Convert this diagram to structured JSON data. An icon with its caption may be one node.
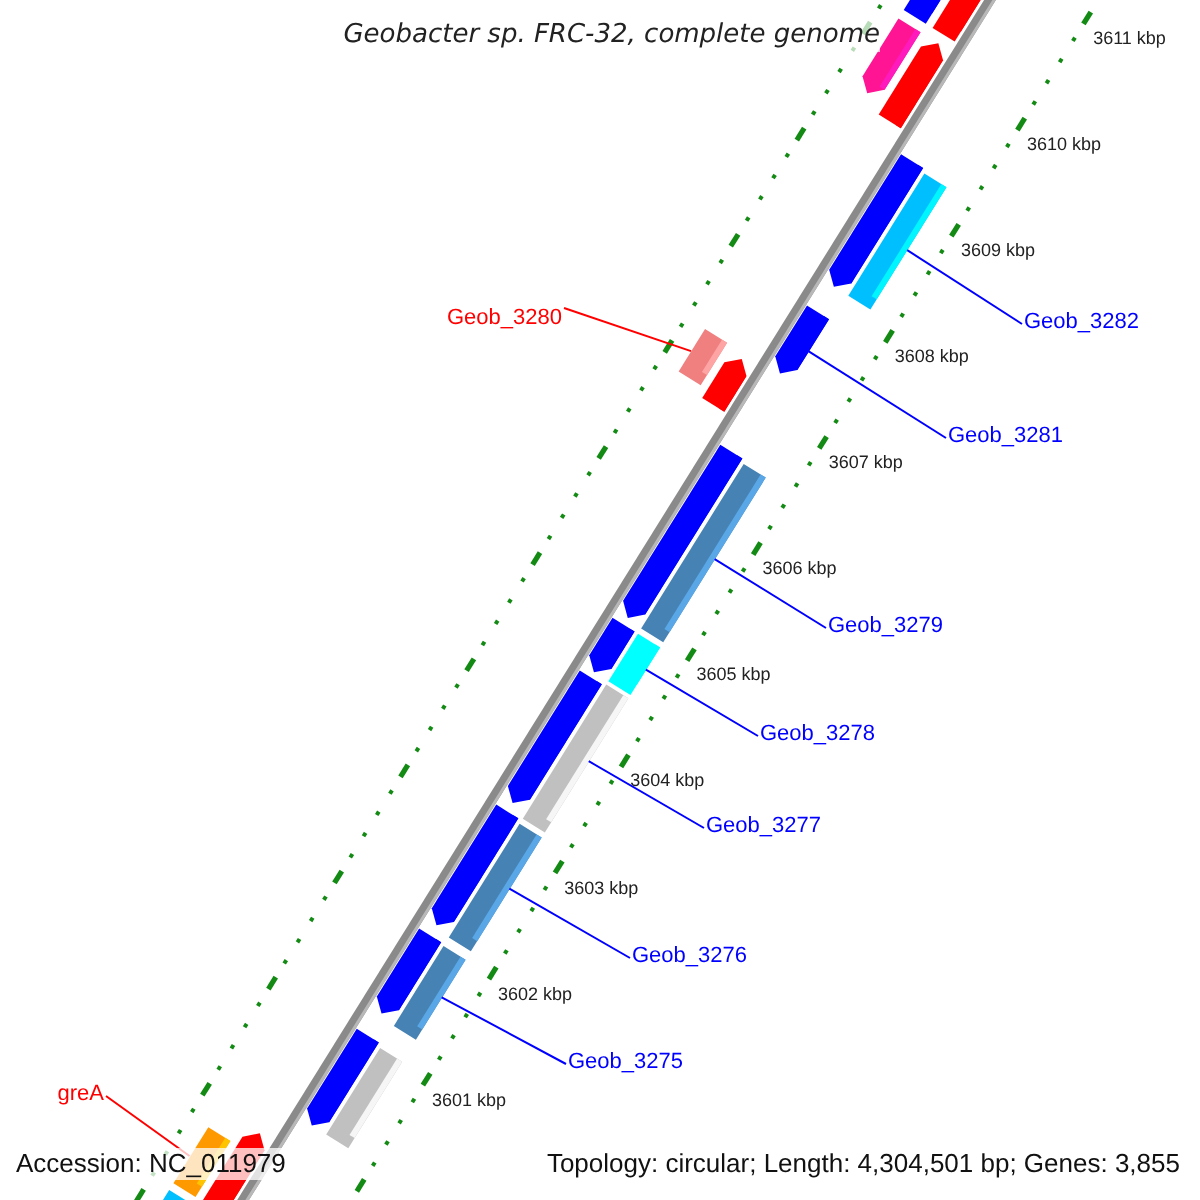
{
  "diagram": {
    "title": "Geobacter sp. FRC-32, complete genome",
    "nodes": [
      {
        "text": [
          "Geob_3280"
        ]
      },
      {
        "text": [
          "Geob_3282"
        ]
      },
      {
        "text": [
          "Geob_3281"
        ]
      },
      {
        "text": [
          "Geob_3279"
        ]
      },
      {
        "text": [
          "Geob_3278"
        ]
      },
      {
        "text": [
          "Geob_3277"
        ]
      },
      {
        "text": [
          "Geob_3276"
        ]
      },
      {
        "text": [
          "Geob_3275"
        ]
      },
      {
        "text": [
          "greA"
        ]
      },
      {
        "text": [],
        "shape": "bar"
      },
      {
        "text": [],
        "shape": "bar"
      },
      {
        "text": [],
        "shape": "pentagon"
      },
      {
        "text": [],
        "shape": "bar"
      },
      {
        "text": [],
        "shape": "bar"
      },
      {
        "text": [],
        "shape": "bar"
      },
      {
        "text": [],
        "shape": "bar"
      },
      {
        "text": [],
        "shape": "bar"
      },
      {
        "text": [],
        "shape": "bar"
      }
    ],
    "edges": [
      {
        "from": 0,
        "to": 9,
        "arrow": "none",
        "color": "#ff0000"
      },
      {
        "from": 1,
        "to": 10,
        "arrow": "none"
      },
      {
        "from": 2,
        "to": 11,
        "arrow": "none"
      },
      {
        "from": 3,
        "to": 12,
        "arrow": "none"
      },
      {
        "from": 4,
        "to": 13,
        "arrow": "none"
      },
      {
        "from": 5,
        "to": 14,
        "arrow": "none"
      },
      {
        "from": 6,
        "to": 15,
        "arrow": "none"
      },
      {
        "from": 7,
        "to": 16,
        "arrow": "none"
      },
      {
        "from": 8,
        "to": 17,
        "arrow": "none",
        "color": "#ff0000"
      }
    ],
    "labels": [
      "3611 kbp",
      "3610 kbp",
      "3609 kbp",
      "3608 kbp",
      "3607 kbp",
      "3606 kbp",
      "3605 kbp",
      "3604 kbp",
      "3603 kbp",
      "3602 kbp",
      "3601 kbp",
      "Accession: NC_011979",
      "Topology: circular; Length: 4,304,501 bp; Genes: 3,855"
    ]
  }
}
